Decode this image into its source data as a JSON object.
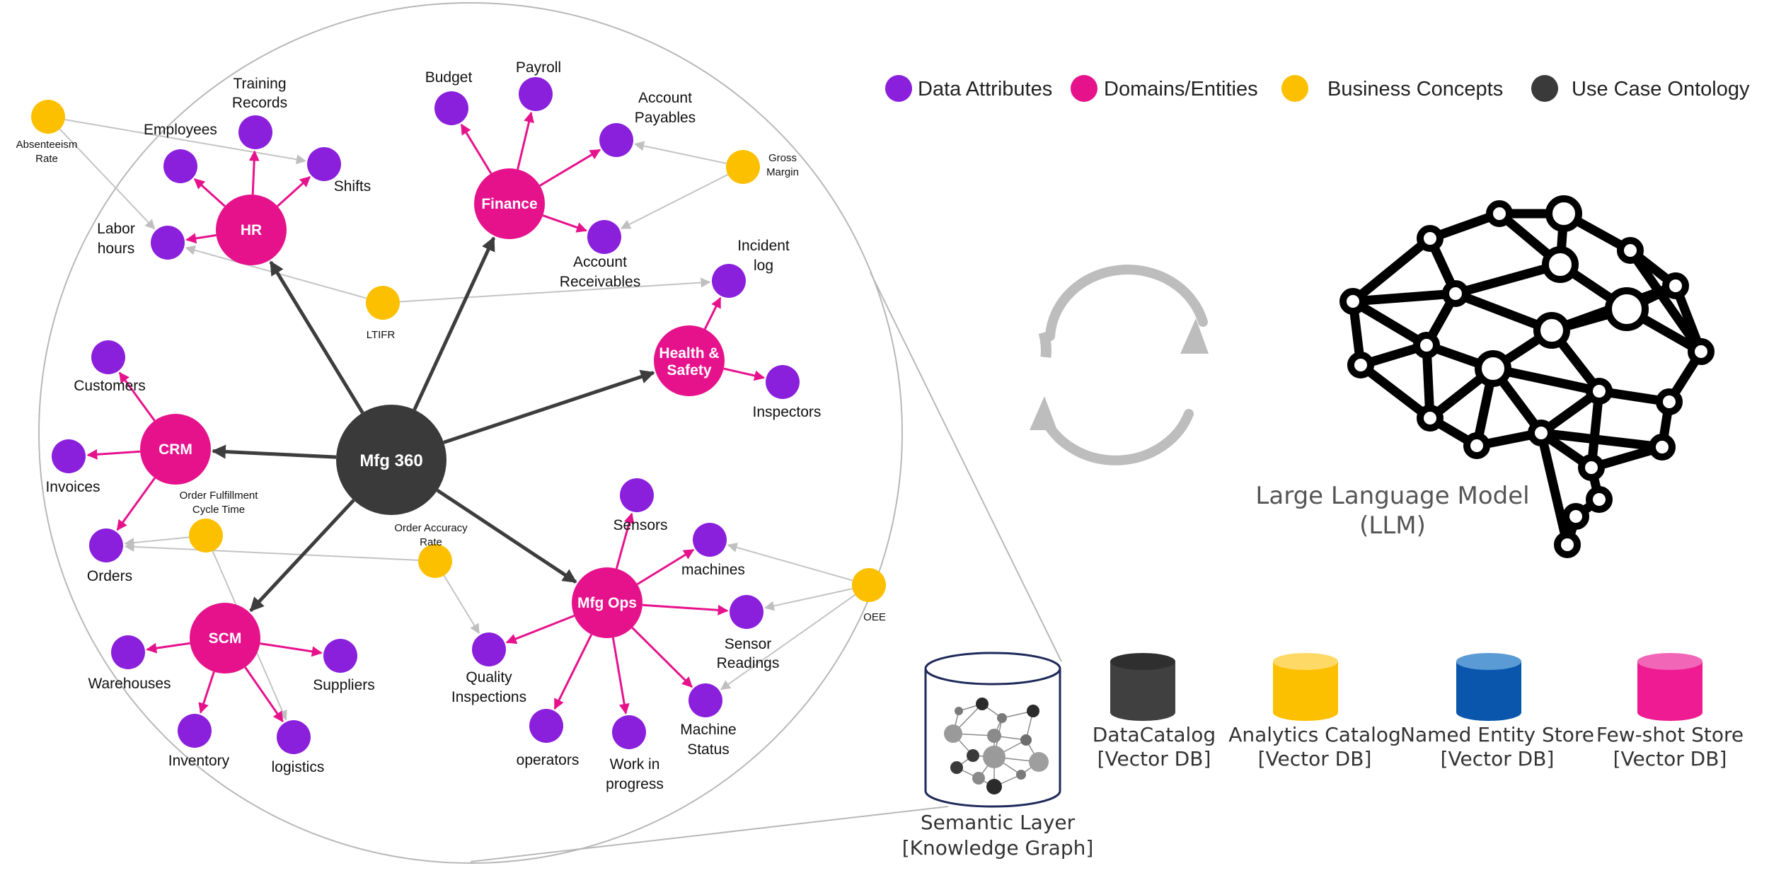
{
  "colors": {
    "attribute": "#8a1fdc",
    "domain": "#e6128c",
    "concept": "#fcc000",
    "ontology": "#3a3a3a",
    "domain_edge": "#e6128c",
    "concept_edge": "#c4c4c4",
    "ontology_edge": "#3d3d3d",
    "cycle": "#bdbdbd"
  },
  "legend": [
    {
      "label": "Data Attributes",
      "color_key": "attribute"
    },
    {
      "label": "Domains/Entities",
      "color_key": "domain"
    },
    {
      "label": "Business Concepts",
      "color_key": "concept"
    },
    {
      "label": "Use Case Ontology",
      "color_key": "ontology"
    }
  ],
  "graph": {
    "center": "Mfg 360",
    "domains": {
      "hr": "HR",
      "finance": "Finance",
      "crm": "CRM",
      "scm": "SCM",
      "mfg_ops": "Mfg Ops",
      "health_safety": "Health & Safety"
    },
    "attributes": {
      "training_records": "Training Records",
      "employees": "Employees",
      "shifts": "Shifts",
      "labor_hours": "Labor hours",
      "budget": "Budget",
      "payroll": "Payroll",
      "account_payables": "Account Payables",
      "account_receivables": "Account Receivables",
      "incident_log": "Incident log",
      "inspectors": "Inspectors",
      "customers": "Customers",
      "invoices": "Invoices",
      "orders": "Orders",
      "sensors": "Sensors",
      "machines": "machines",
      "sensor_readings": "Sensor Readings",
      "machine_status": "Machine Status",
      "work_in_progress": "Work in progress",
      "operators": "operators",
      "quality_inspections": "Quality Inspections",
      "warehouses": "Warehouses",
      "inventory": "Inventory",
      "logistics": "logistics",
      "suppliers": "Suppliers"
    },
    "concepts": {
      "absenteeism_rate": "Absenteeism Rate",
      "gross_margin": "Gross Margin",
      "ltifr": "LTIFR",
      "order_fulfillment": "Order Fulfillment Cycle Time",
      "order_accuracy": "Order Accuracy Rate",
      "oee": "OEE"
    }
  },
  "llm_label": "Large Language Model (LLM)",
  "knowledge_graph_label": "Semantic Layer [Knowledge Graph]",
  "stores": [
    {
      "name": "DataCatalog",
      "sub": "[Vector DB]",
      "color": "#404040",
      "top": "#2f2f2f"
    },
    {
      "name": "Analytics Catalog",
      "sub": "[Vector DB]",
      "color": "#fcc000",
      "top": "#ffd966"
    },
    {
      "name": "Named Entity Store",
      "sub": "[Vector DB]",
      "color": "#0a56ad",
      "top": "#5b9bd5"
    },
    {
      "name": "Few-shot  Store",
      "sub": "[Vector DB]",
      "color": "#ee1b92",
      "top": "#f266b8"
    }
  ]
}
